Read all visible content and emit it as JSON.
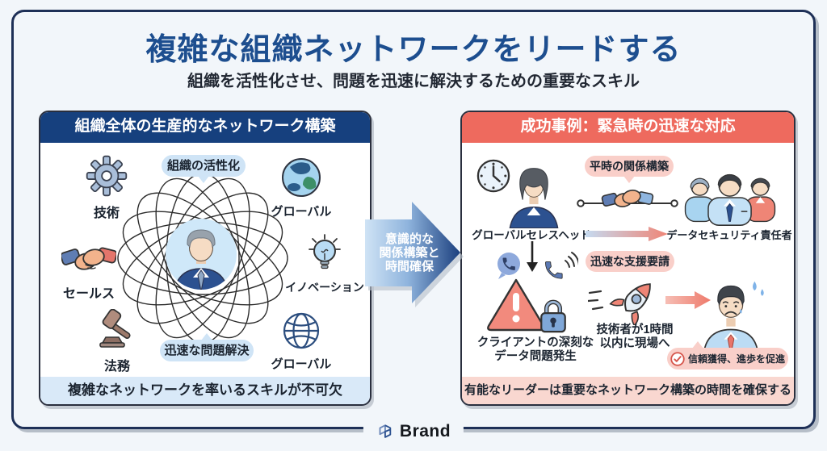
{
  "header": {
    "title": "複雑な組織ネットワークをリードする",
    "subtitle": "組織を活性化させ、問題を迅速に解決するための重要なスキル"
  },
  "left_panel": {
    "title": "組織全体の生産的なネットワーク構築",
    "bubble_top": "組織の活性化",
    "bubble_bottom": "迅速な問題解決",
    "nodes": [
      {
        "icon": "gear-icon",
        "label": "技術"
      },
      {
        "icon": "earth-globe-icon",
        "label": "グローバル"
      },
      {
        "icon": "handshake-icon",
        "label": "セールス"
      },
      {
        "icon": "lightbulb-icon",
        "label": "イノベーション"
      },
      {
        "icon": "gavel-icon",
        "label": "法務"
      },
      {
        "icon": "grid-globe-icon",
        "label": "グローバル"
      }
    ],
    "footer": "複雑なネットワークを率いるスキルが不可欠"
  },
  "transition_arrow": {
    "lines": [
      "意識的な",
      "関係構築と",
      "時間確保"
    ]
  },
  "right_panel": {
    "title": "成功事例：緊急時の迅速な対応",
    "bubble_peacetime": "平時の関係構築",
    "sales_head_label": "グローバルセレスヘッド",
    "security_lead_label": "データセキュリティ責任者",
    "bubble_support": "迅速な支援要請",
    "problem_label_line1": "クライアントの深刻な",
    "problem_label_line2": "データ問題発生",
    "engineer_label_line1": "技術者が1時間",
    "engineer_label_line2": "以内に現場へ",
    "trust_badge": "信頼獲得、進歩を促進",
    "footer": "有能なリーダーは重要なネットワーク構築の時間を確保する"
  },
  "footer": {
    "brand": "Brand"
  },
  "colors": {
    "page_bg": "#f2f6fa",
    "frame_border": "#1e3057",
    "title": "#1d4e8f",
    "left_header_bg": "#16407e",
    "right_header_bg": "#ee6a5e",
    "blue_bubble_bg": "#cfe4f6",
    "pink_bubble_bg": "#f9cfc9",
    "left_footer_bg": "#d9e9f8",
    "right_footer_bg": "#f9d7d0",
    "arrow_gradient_start": "#cfe3f5",
    "arrow_gradient_end": "#1b3f7e"
  }
}
